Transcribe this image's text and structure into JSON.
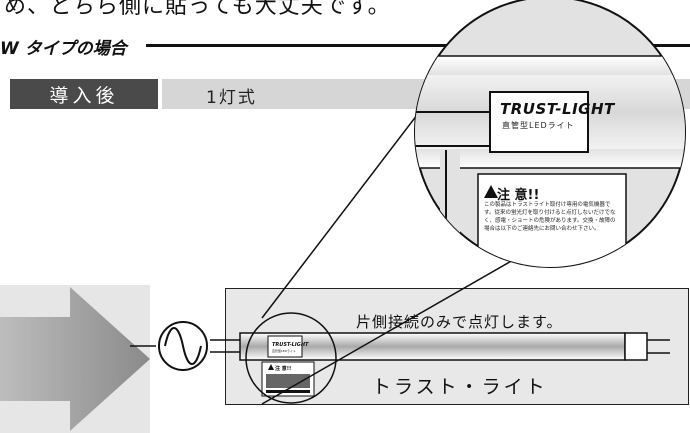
{
  "page": {
    "top_text": "め、どちら側に貼っても大丈夫です。",
    "section_title": "W タイプの場合",
    "tag": "導入後",
    "type_label": "1灯式"
  },
  "diagram": {
    "lamp_caption": "片側接続のみで点灯します。",
    "brand_jp": "トラスト・ライト",
    "lamp_logo": "TRUST-LIGHT",
    "lamp_subtitle": "直管型LEDライト",
    "warning_title": "注 意!!",
    "warning_text": "この製品はトラストライト取付け専用の電気機器です。従来の蛍光灯を取り付けると点灯しないだけでなく、感電・ショートの危険があります。交換・故障の場合は以下のご連絡先にお問い合わせ下さい。"
  },
  "colors": {
    "tag_bg": "#4a4a4a",
    "type_bar_bg": "#d6d6d6",
    "panel_bg": "#e8e8e8",
    "arrow": "#8f8f8f"
  }
}
